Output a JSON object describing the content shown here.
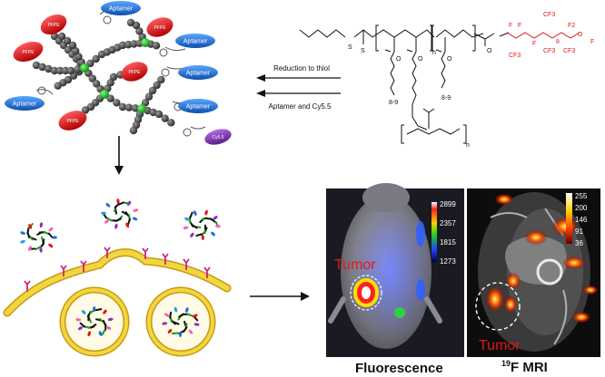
{
  "labels": {
    "aptamer": "Aptamer",
    "pfpe": "PFPE",
    "cy55": "Cy5.5",
    "reduction": "Reduction to thiol",
    "aptamer_cy": "Aptamer and Cy5.5",
    "tumor_fluor": "Tumor",
    "tumor_mri": "Tumor",
    "caption_fluor": "Fluorescence",
    "caption_mri_sup": "19",
    "caption_mri": "F MRI"
  },
  "chem": {
    "cf3": "CF3",
    "f": "F",
    "f2": "F2",
    "o": "O",
    "s": "S",
    "rep_a": "8-9",
    "rep_b": "8-9",
    "rep_n": "n",
    "rep_8": "8"
  },
  "fluor_scale": [
    "2899",
    "2357",
    "1815",
    "1273"
  ],
  "mri_scale": [
    "255",
    "200",
    "146",
    "91",
    "36"
  ],
  "colors": {
    "aptamer": "#1e6fd6",
    "pfpe": "#e01818",
    "cy55": "#8a2fc0",
    "membrane": "#e9c01a",
    "tumor_text": "#e01818"
  }
}
